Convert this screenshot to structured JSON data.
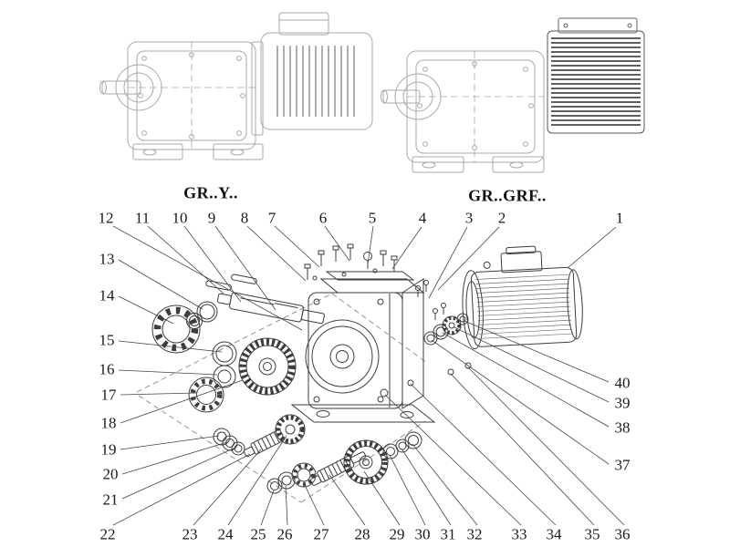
{
  "figure": {
    "model_left": "GR..Y..",
    "model_right": "GR..GRF.."
  },
  "callouts": {
    "top": [
      "12",
      "11",
      "10",
      "9",
      "8",
      "7",
      "6",
      "5",
      "4",
      "3",
      "2",
      "1"
    ],
    "left": [
      "13",
      "14",
      "15",
      "16",
      "17",
      "18",
      "19",
      "20",
      "21"
    ],
    "bottom": [
      "22",
      "23",
      "24",
      "25",
      "26",
      "27",
      "28",
      "29",
      "30",
      "31",
      "32",
      "33",
      "34",
      "35",
      "36"
    ],
    "right": [
      "40",
      "39",
      "38",
      "37"
    ]
  }
}
